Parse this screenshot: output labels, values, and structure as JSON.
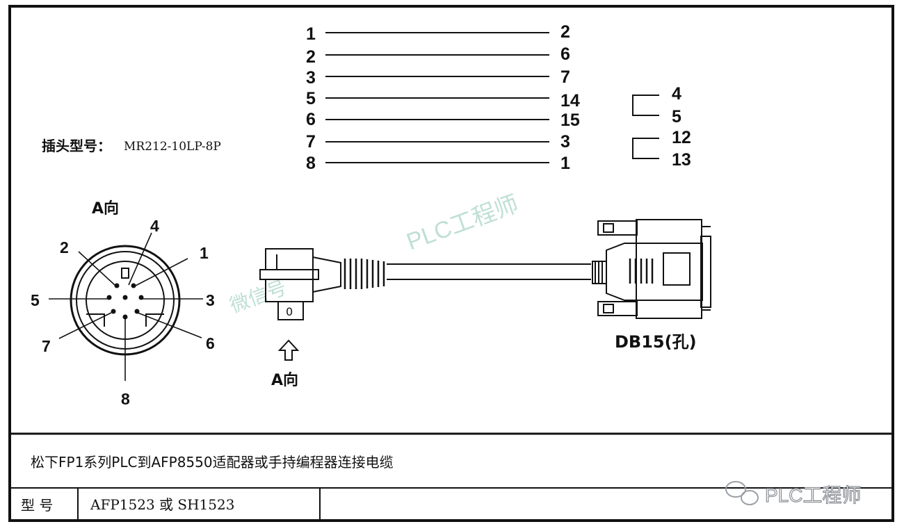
{
  "plug_model_label": "插头型号：",
  "plug_model": "MR212-10LP-8P",
  "view_a": "A向",
  "view_a_arrow": "A向",
  "pin_connection_rows": [
    {
      "left": "1",
      "right": "2"
    },
    {
      "left": "2",
      "right": "6"
    },
    {
      "left": "3",
      "right": "7"
    },
    {
      "left": "5",
      "right": "14"
    },
    {
      "left": "6",
      "right": "15"
    },
    {
      "left": "7",
      "right": "3"
    },
    {
      "left": "8",
      "right": "1"
    }
  ],
  "jumpers": [
    {
      "from": "4",
      "to": "5"
    },
    {
      "from": "12",
      "to": "13"
    }
  ],
  "circular_pins": {
    "p1": "1",
    "p2": "2",
    "p3": "3",
    "p4": "4",
    "p5": "5",
    "p6": "6",
    "p7": "7",
    "p8": "8"
  },
  "plug_mark": "0",
  "db15_label": "DB15(孔)",
  "watermark_text": "PLC工程师",
  "watermark_faint": "微信号",
  "footer": {
    "title": "松下FP1系列PLC到AFP8550适配器或手持编程器连接电缆",
    "model_label": "型 号",
    "model_value": "AFP1523 或  SH1523",
    "brand": "PLC工程师"
  }
}
